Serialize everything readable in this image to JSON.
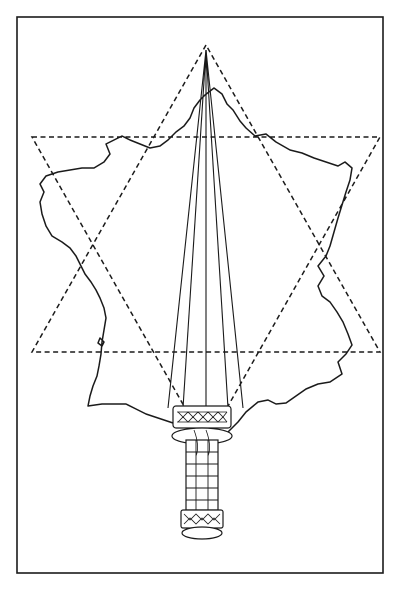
{
  "figure": {
    "ink_color": "#1a1a1a",
    "background_color": "#ffffff",
    "elements": [
      "frame",
      "france-outline",
      "hexagram-star",
      "sword"
    ],
    "star_line_style": "dashed",
    "outline_style": "solid"
  }
}
